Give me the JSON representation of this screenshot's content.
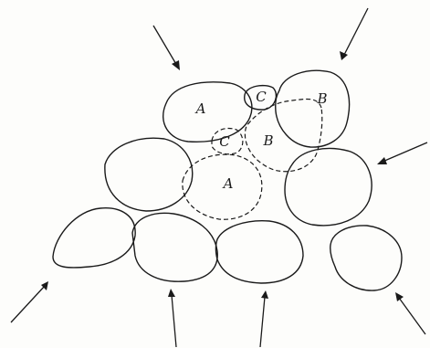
{
  "figure": {
    "labels": {
      "a_upper": "A",
      "a_lower": "A",
      "b_solid": "B",
      "b_dashed": "B",
      "c_solid": "C",
      "c_dashed": "C"
    }
  }
}
